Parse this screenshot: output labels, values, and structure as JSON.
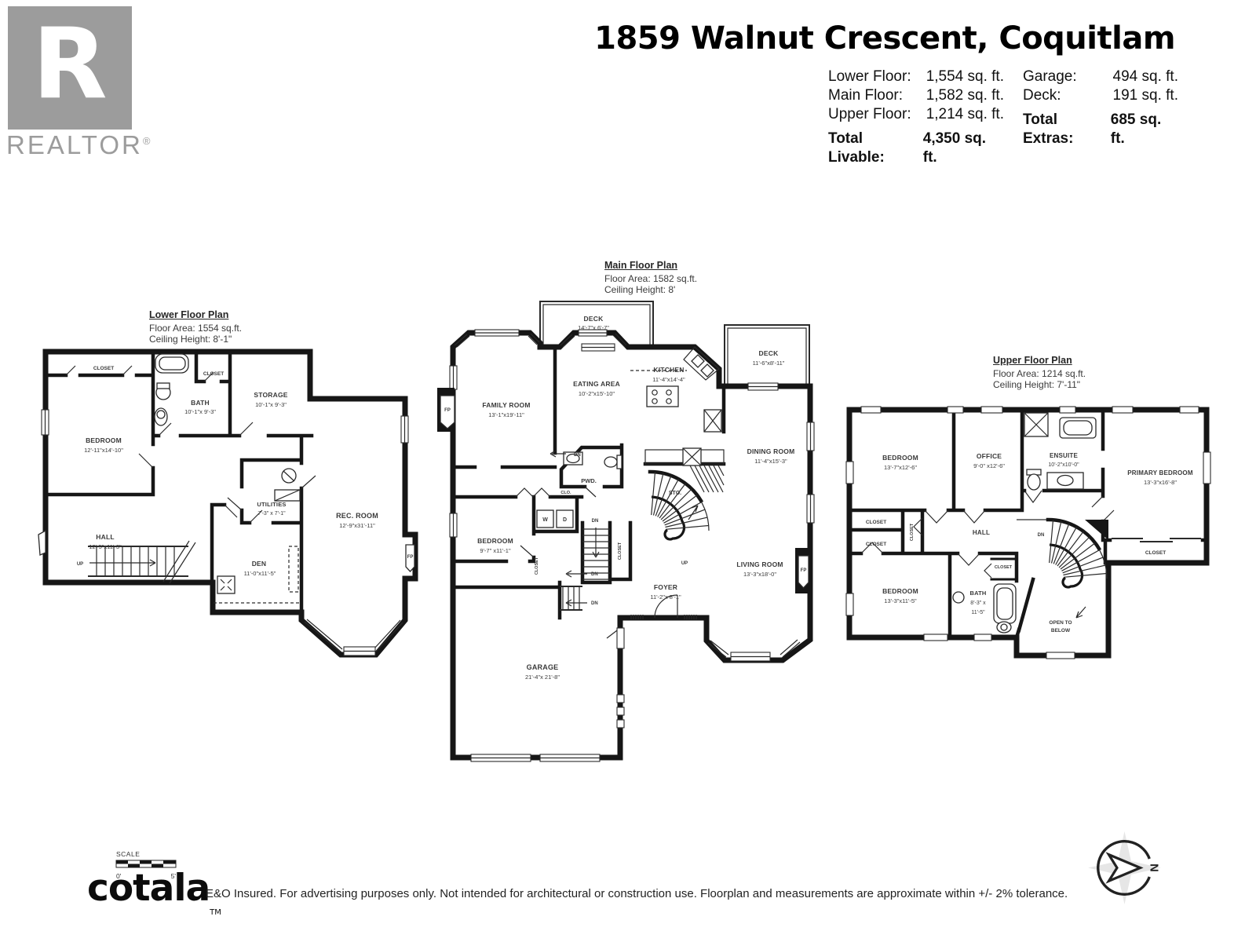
{
  "branding": {
    "realtor_letter": "R",
    "realtor_label": "REALTOR",
    "realtor_reg": "®",
    "cotala": "cotala",
    "cotala_tm": "TM"
  },
  "header": {
    "title": "1859 Walnut Crescent, Coquitlam",
    "stats_left": [
      {
        "label": "Lower Floor:",
        "value": "1,554 sq. ft."
      },
      {
        "label": "Main Floor:",
        "value": "1,582 sq. ft."
      },
      {
        "label": "Upper Floor:",
        "value": "1,214 sq. ft."
      }
    ],
    "total_livable": {
      "label": "Total Livable:",
      "value": "4,350 sq. ft."
    },
    "stats_right": [
      {
        "label": "Garage:",
        "value": "494 sq. ft."
      },
      {
        "label": "Deck:",
        "value": "191 sq. ft."
      }
    ],
    "total_extras": {
      "label": "Total Extras:",
      "value": "685 sq. ft."
    }
  },
  "lower": {
    "title": "Lower Floor Plan",
    "area": "Floor Area: 1554 sq.ft.",
    "ceiling": "Ceiling Height: 8'-1\"",
    "rooms": {
      "bedroom": {
        "n": "BEDROOM",
        "d": "12'-11\"x14'-10\""
      },
      "bath": {
        "n": "BATH",
        "d": "10'-1\"x 9'-3\""
      },
      "storage": {
        "n": "STORAGE",
        "d": "10'-1\"x 9'-3\""
      },
      "hall": {
        "n": "HALL",
        "d": "12'-5\"x11'-3\""
      },
      "utilities": {
        "n": "UTILITIES",
        "d": "7'-3\" x 7'-1\""
      },
      "den": {
        "n": "DEN",
        "d": "11'-0\"x11'-5\""
      },
      "rec": {
        "n": "REC. ROOM",
        "d": "12'-9\"x31'-11\""
      }
    },
    "tags": {
      "closet": "CLOSET",
      "up": "UP",
      "fp": "FP"
    }
  },
  "mainf": {
    "title": "Main Floor Plan",
    "area": "Floor Area: 1582 sq.ft.",
    "ceiling": "Ceiling Height: 8'",
    "rooms": {
      "deck1": {
        "n": "DECK",
        "d": "14'-7\"x 6'-7\""
      },
      "deck2": {
        "n": "DECK",
        "d": "11'-6\"x8'-11\""
      },
      "family": {
        "n": "FAMILY ROOM",
        "d": "13'-1\"x19'-11\""
      },
      "eating": {
        "n": "EATING AREA",
        "d": "10'-2\"x15'-10\""
      },
      "kitchen": {
        "n": "KITCHEN",
        "d": "11'-4\"x14'-4\""
      },
      "dining": {
        "n": "DINING ROOM",
        "d": "11'-4\"x15'-3\""
      },
      "living": {
        "n": "LIVING ROOM",
        "d": "13'-3\"x18'-0\""
      },
      "foyer": {
        "n": "FOYER",
        "d": "11'-2\"x 8'-1\""
      },
      "bedroom": {
        "n": "BEDROOM",
        "d": "9'-7\" x11'-1\""
      },
      "garage": {
        "n": "GARAGE",
        "d": "21'-4\"x 21'-8\""
      }
    },
    "tags": {
      "pwd": "PWD.",
      "clo": "CLO.",
      "sto": "STO.",
      "w": "W",
      "d": "D",
      "closet": "CLOSET",
      "dn": "DN",
      "up": "UP",
      "fp": "FP"
    }
  },
  "upper": {
    "title": "Upper Floor Plan",
    "area": "Floor Area: 1214 sq.ft.",
    "ceiling": "Ceiling Height: 7'-11\"",
    "rooms": {
      "bedroom1": {
        "n": "BEDROOM",
        "d": "13'-7\"x12'-6\""
      },
      "office": {
        "n": "OFFICE",
        "d": "9'-0\" x12'-6\""
      },
      "ensuite": {
        "n": "ENSUITE",
        "d": "10'-2\"x10'-0\""
      },
      "primary": {
        "n": "PRIMARY BEDROOM",
        "d": "13'-3\"x16'-8\""
      },
      "bedroom2": {
        "n": "BEDROOM",
        "d": "13'-3\"x11'-5\""
      },
      "bath": {
        "n": "BATH",
        "d1": "8'-3\" x",
        "d2": "11'-5\""
      }
    },
    "tags": {
      "closet": "CLOSET",
      "hall": "HALL",
      "dn": "DN",
      "open1": "OPEN TO",
      "open2": "BELOW"
    }
  },
  "footer": {
    "scale_label": "SCALE",
    "scale_start": "0'",
    "scale_end": "5'",
    "disclaimer": "E&O Insured. For advertising purposes only. Not intended for architectural or construction use. Floorplan and measurements are approximate within +/- 2% tolerance.",
    "north": "N"
  }
}
